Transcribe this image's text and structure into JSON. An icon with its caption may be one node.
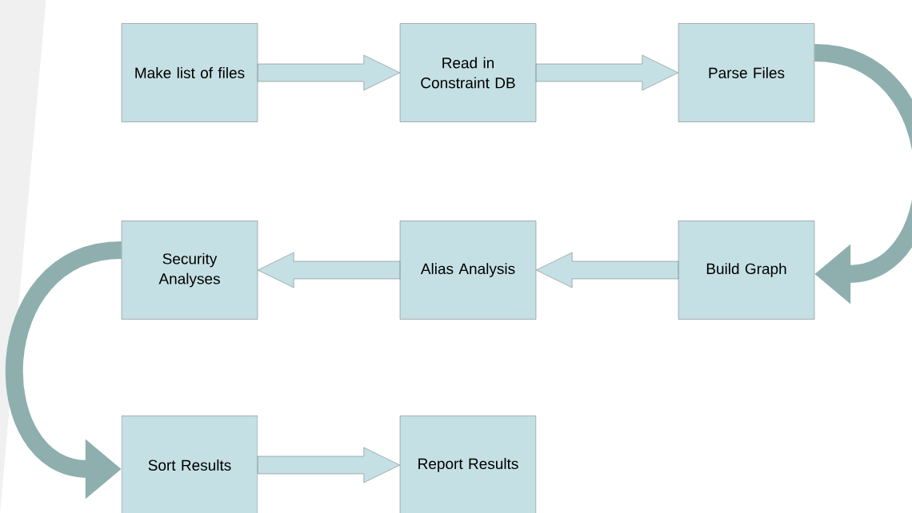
{
  "diagram": {
    "nodes": [
      {
        "text": [
          "Make list of files"
        ]
      },
      {
        "text": [
          "Read in Constraint DB"
        ]
      },
      {
        "text": [
          "Parse Files"
        ]
      },
      {
        "text": [
          "Build Graph"
        ]
      },
      {
        "text": [
          "Alias Analysis"
        ]
      },
      {
        "text": [
          "Security Analyses"
        ]
      },
      {
        "text": [
          "Sort Results"
        ]
      },
      {
        "text": [
          "Report Results"
        ]
      }
    ],
    "edges": [
      {
        "from": 0,
        "to": 1,
        "arrow": "to"
      },
      {
        "from": 1,
        "to": 2,
        "arrow": "to"
      },
      {
        "from": 2,
        "to": 3,
        "arrow": "to"
      },
      {
        "from": 3,
        "to": 4,
        "arrow": "to"
      },
      {
        "from": 4,
        "to": 5,
        "arrow": "to"
      },
      {
        "from": 5,
        "to": 6,
        "arrow": "to"
      },
      {
        "from": 6,
        "to": 7,
        "arrow": "to"
      }
    ]
  }
}
